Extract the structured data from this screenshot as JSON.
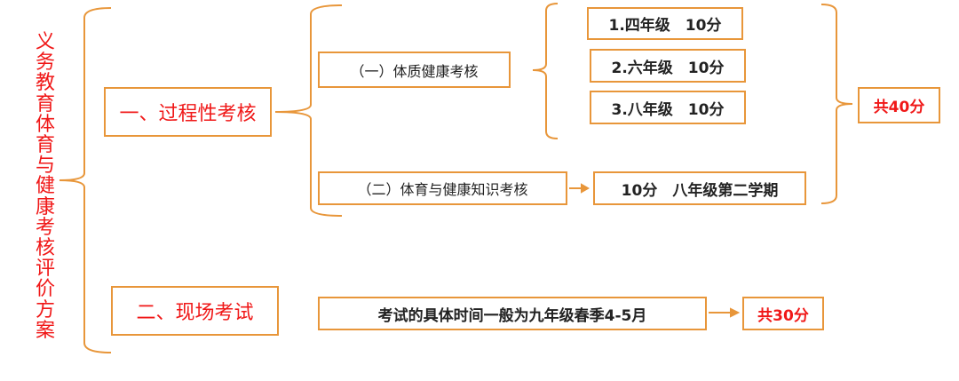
{
  "title": "义务教育体育与健康考核评价方案",
  "part1": {
    "label": "一、过程性考核",
    "sub1": {
      "label": "（一）体质健康考核",
      "items": [
        "1.四年级　10分",
        "2.六年级　10分",
        "3.八年级　10分"
      ]
    },
    "sub2": {
      "label": "（二）体育与健康知识考核",
      "detail": "10分　八年级第二学期"
    },
    "total": "共40分"
  },
  "part2": {
    "label": "二、现场考试",
    "detail": "考试的具体时间一般为九年级春季4-5月",
    "total": "共30分"
  },
  "colors": {
    "border": "#e8963a",
    "accent": "#f01818"
  }
}
